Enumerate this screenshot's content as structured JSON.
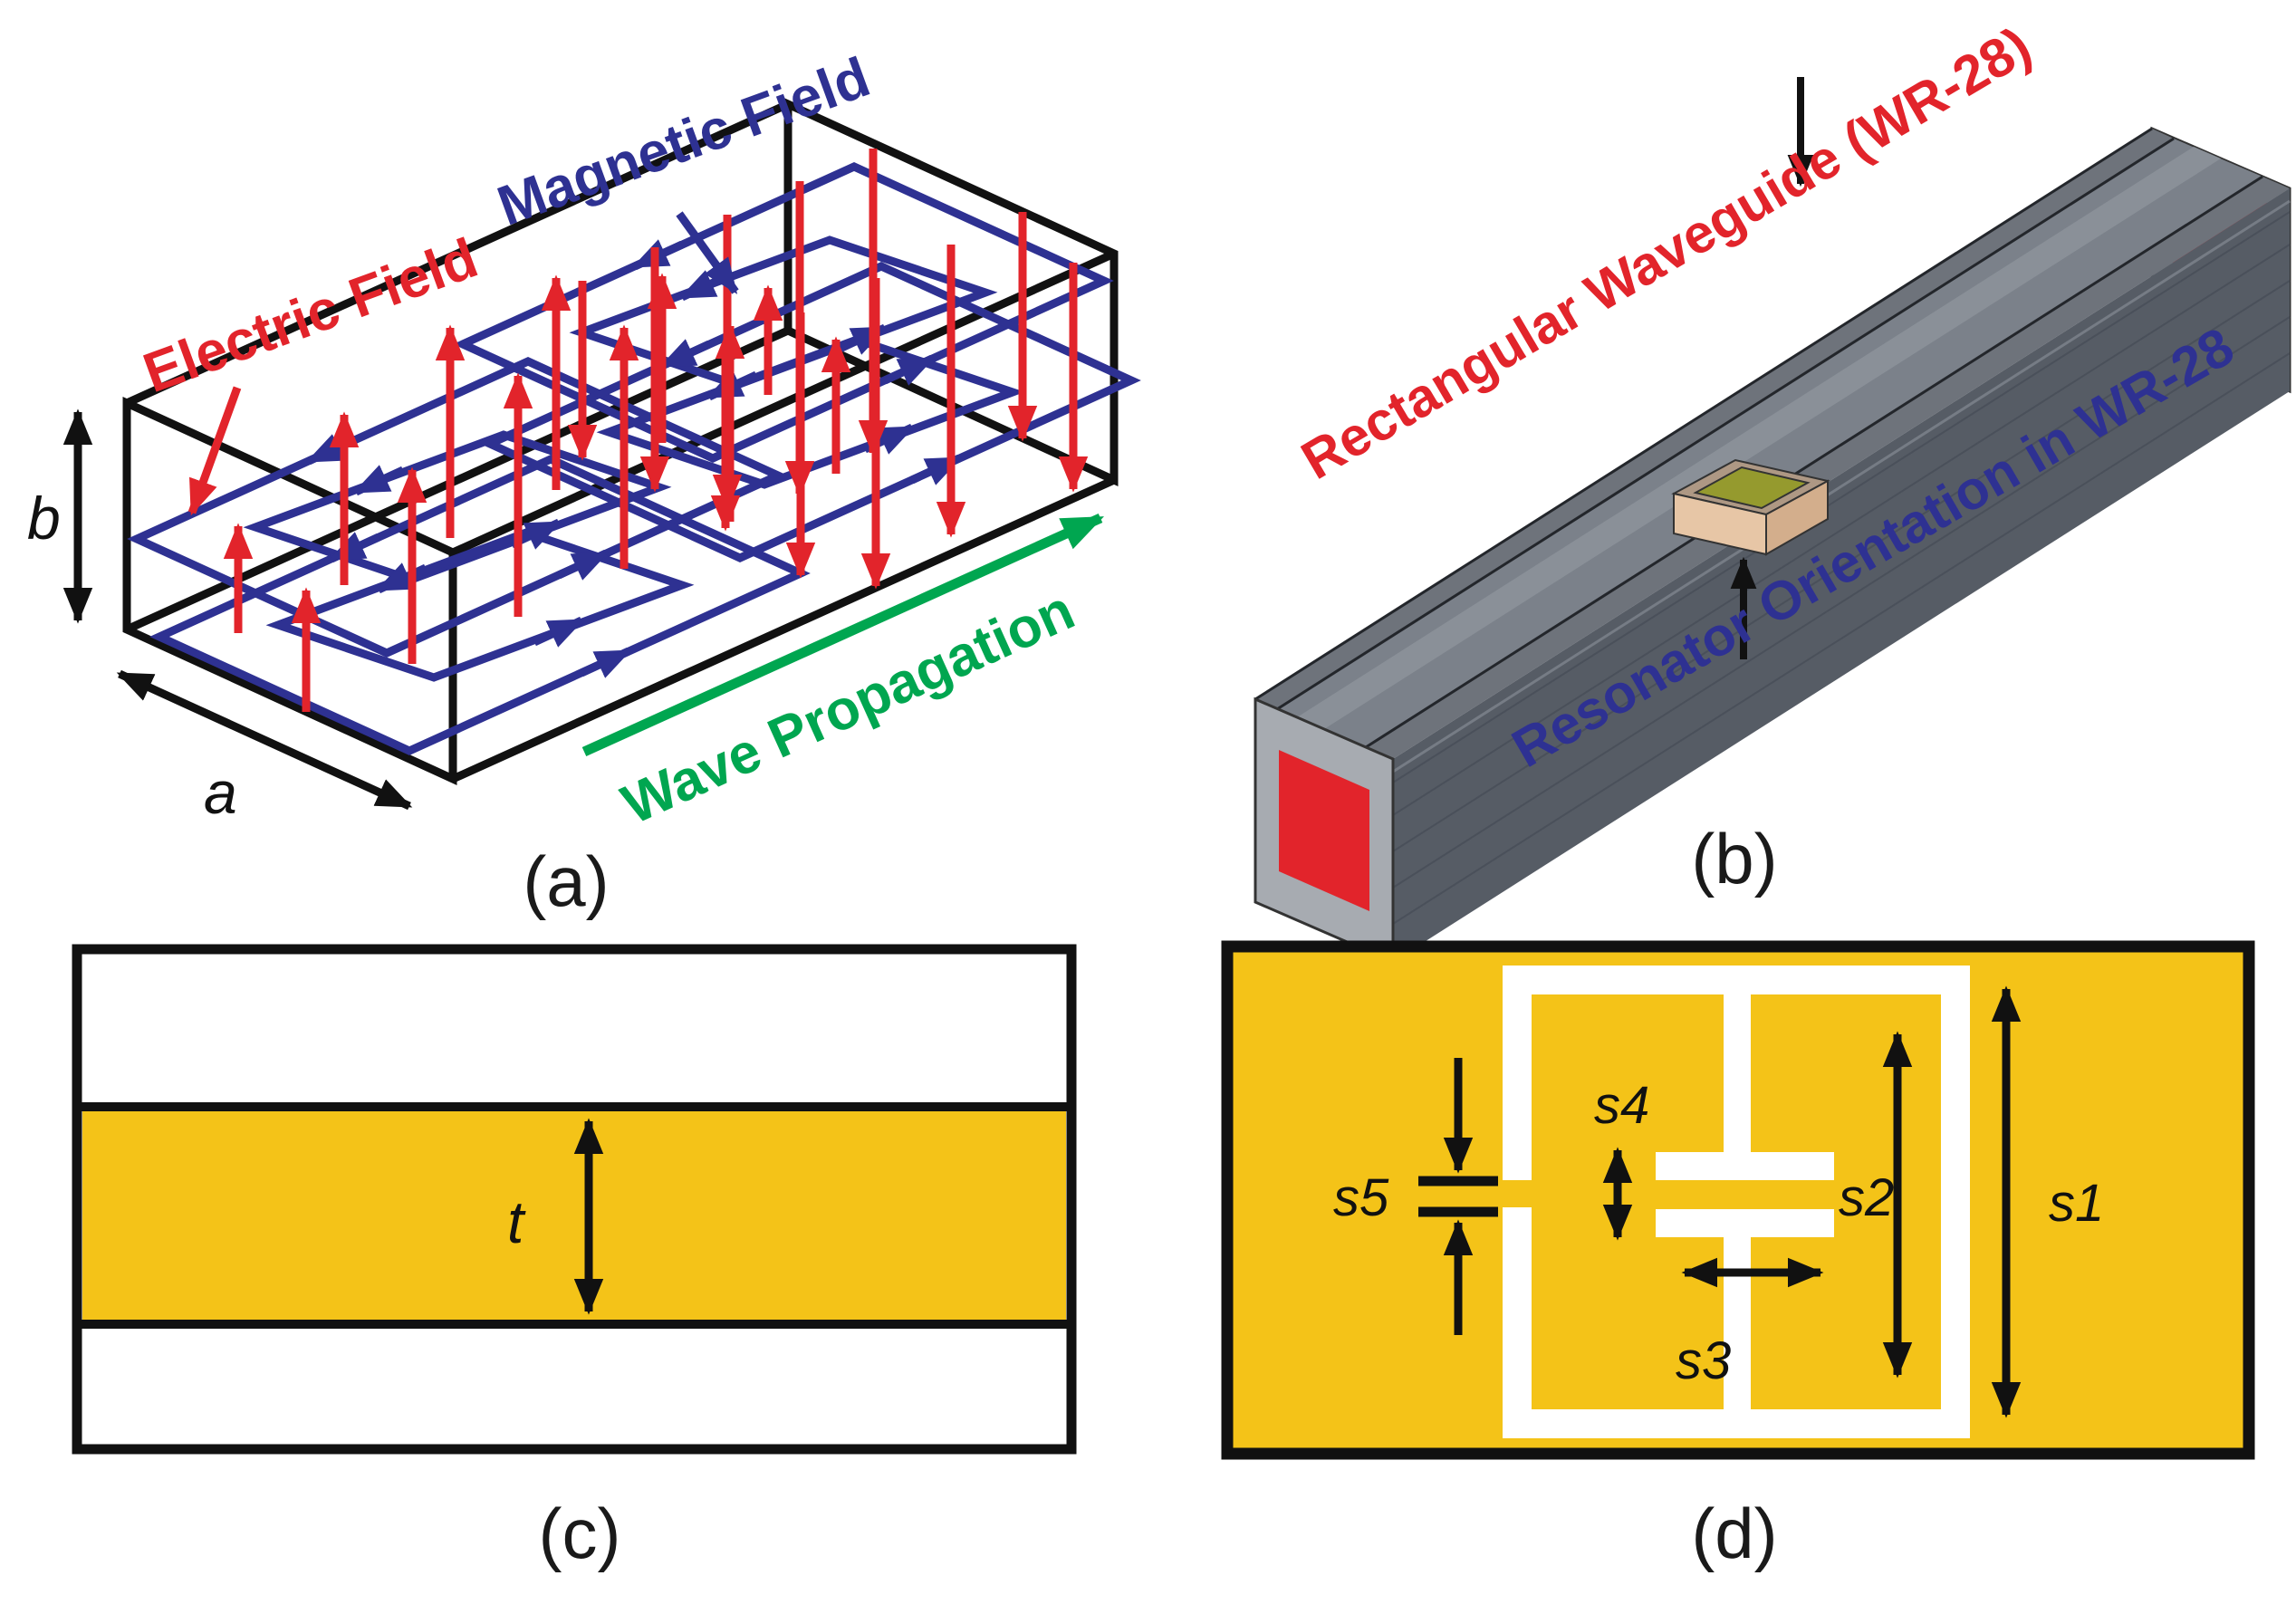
{
  "figure": {
    "type": "scientific-figure",
    "description": "Four-panel waveguide and resonator figure"
  },
  "colors": {
    "red": "#e2242b",
    "navy": "#2e3192",
    "green": "#00a650",
    "yellow": "#f4c318",
    "black": "#1a1a1a",
    "waveguide_top_gray": "#6e737b",
    "waveguide_side_gray": "#565c65",
    "waveguide_channel_gray": "#7b818a",
    "waveguide_frame_gray": "#a7abb1",
    "resonator_tan": "#e7c6a6",
    "resonator_tan_dark": "#d3ae8c",
    "resonator_rim": "#ae9884",
    "resonator_olive": "#959a2e"
  },
  "panel_a": {
    "tag": "(a)",
    "electric_field_label": "Electric Field",
    "magnetic_field_label": "Magnetic Field",
    "wave_propagation_label": "Wave Propagation",
    "width_dim_label": "a",
    "height_dim_label": "b"
  },
  "panel_b": {
    "tag": "(b)",
    "waveguide_label": "Rectangular Waveguide (WR-28)",
    "resonator_label": "Resonator Orientation in WR-28"
  },
  "panel_c": {
    "tag": "(c)",
    "thickness_dim_label": "t"
  },
  "panel_d": {
    "tag": "(d)",
    "dim_s1_label": "s1",
    "dim_s2_label": "s2",
    "dim_s3_label": "s3",
    "dim_s4_label": "s4",
    "dim_s5_label": "s5"
  }
}
